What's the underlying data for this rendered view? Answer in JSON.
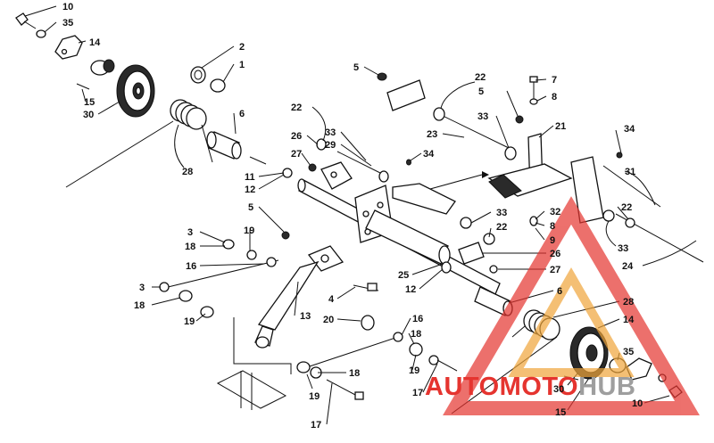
{
  "diagram": {
    "callouts": [
      {
        "id": "c1",
        "text": "10"
      },
      {
        "id": "c2",
        "text": "35"
      },
      {
        "id": "c3",
        "text": "14"
      },
      {
        "id": "c4",
        "text": "2"
      },
      {
        "id": "c5",
        "text": "1"
      },
      {
        "id": "c6",
        "text": "15"
      },
      {
        "id": "c7",
        "text": "30"
      },
      {
        "id": "c8",
        "text": "6"
      },
      {
        "id": "c9",
        "text": "28"
      },
      {
        "id": "c10",
        "text": "5"
      },
      {
        "id": "c11",
        "text": "22"
      },
      {
        "id": "c12",
        "text": "5"
      },
      {
        "id": "c13",
        "text": "7"
      },
      {
        "id": "c14",
        "text": "8"
      },
      {
        "id": "c15",
        "text": "33"
      },
      {
        "id": "c16",
        "text": "21"
      },
      {
        "id": "c17",
        "text": "23"
      },
      {
        "id": "c18",
        "text": "22"
      },
      {
        "id": "c19",
        "text": "26"
      },
      {
        "id": "c20",
        "text": "33"
      },
      {
        "id": "c21",
        "text": "29"
      },
      {
        "id": "c22",
        "text": "27"
      },
      {
        "id": "c23",
        "text": "34"
      },
      {
        "id": "c24",
        "text": "34"
      },
      {
        "id": "c25",
        "text": "31"
      },
      {
        "id": "c26",
        "text": "11"
      },
      {
        "id": "c27",
        "text": "12"
      },
      {
        "id": "c28",
        "text": "5"
      },
      {
        "id": "c29",
        "text": "33"
      },
      {
        "id": "c30",
        "text": "22"
      },
      {
        "id": "c31",
        "text": "32"
      },
      {
        "id": "c32",
        "text": "8"
      },
      {
        "id": "c33",
        "text": "9"
      },
      {
        "id": "c34",
        "text": "22"
      },
      {
        "id": "c35",
        "text": "33"
      },
      {
        "id": "c36",
        "text": "24"
      },
      {
        "id": "c37",
        "text": "26"
      },
      {
        "id": "c38",
        "text": "27"
      },
      {
        "id": "c39",
        "text": "3"
      },
      {
        "id": "c40",
        "text": "19"
      },
      {
        "id": "c41",
        "text": "18"
      },
      {
        "id": "c42",
        "text": "16"
      },
      {
        "id": "c43",
        "text": "3"
      },
      {
        "id": "c44",
        "text": "18"
      },
      {
        "id": "c45",
        "text": "19"
      },
      {
        "id": "c46",
        "text": "4"
      },
      {
        "id": "c47",
        "text": "13"
      },
      {
        "id": "c48",
        "text": "20"
      },
      {
        "id": "c49",
        "text": "25"
      },
      {
        "id": "c50",
        "text": "12"
      },
      {
        "id": "c51",
        "text": "6"
      },
      {
        "id": "c52",
        "text": "28"
      },
      {
        "id": "c53",
        "text": "14"
      },
      {
        "id": "c54",
        "text": "16"
      },
      {
        "id": "c55",
        "text": "18"
      },
      {
        "id": "c56",
        "text": "19"
      },
      {
        "id": "c57",
        "text": "18"
      },
      {
        "id": "c58",
        "text": "17"
      },
      {
        "id": "c59",
        "text": "19"
      },
      {
        "id": "c60",
        "text": "17"
      },
      {
        "id": "c61",
        "text": "35"
      },
      {
        "id": "c62",
        "text": "30"
      },
      {
        "id": "c63",
        "text": "15"
      },
      {
        "id": "c64",
        "text": "10"
      }
    ]
  },
  "watermark": {
    "text_red": "AUTOMOTO",
    "text_gray": "HUB",
    "color_red": "#e5342f",
    "color_gray": "#9e9e9e",
    "color_orange": "#f0a53a",
    "icon": "triangle-logo-icon"
  }
}
